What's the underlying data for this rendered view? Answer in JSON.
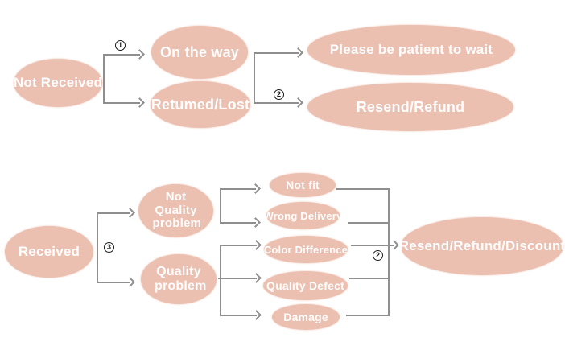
{
  "diagram": {
    "title": "order-dispute-resolution-flowchart",
    "colors": {
      "node_fill": "#EBC0B1",
      "node_text": "#FDFDFD",
      "line": "#8F8F8F",
      "badge_ink": "#1A1A1A",
      "background": "#FFFFFF"
    },
    "flow1": {
      "name": "not-received-flow",
      "step_labels": {
        "branch1": "1",
        "branch2": "2"
      },
      "nodes": {
        "not_received": "Not Received",
        "on_the_way": "On the way",
        "returned_lost": "Retumed/Lost",
        "be_patient": "Please be patient to wait",
        "resend_refund": "Resend/Refund"
      }
    },
    "flow2": {
      "name": "received-flow",
      "step_labels": {
        "branch3": "3",
        "branch2": "2"
      },
      "nodes": {
        "received": "Received",
        "not_quality_problem": "Not Quality problem",
        "quality_problem": "Quality problem",
        "not_fit": "Not fit",
        "wrong_delivery": "Wrong Delivery",
        "color_difference": "Color Difference",
        "quality_defect": "Quality Defect",
        "damage": "Damage",
        "resend_refund_discount": "Resend/Refund/Discount"
      }
    }
  }
}
